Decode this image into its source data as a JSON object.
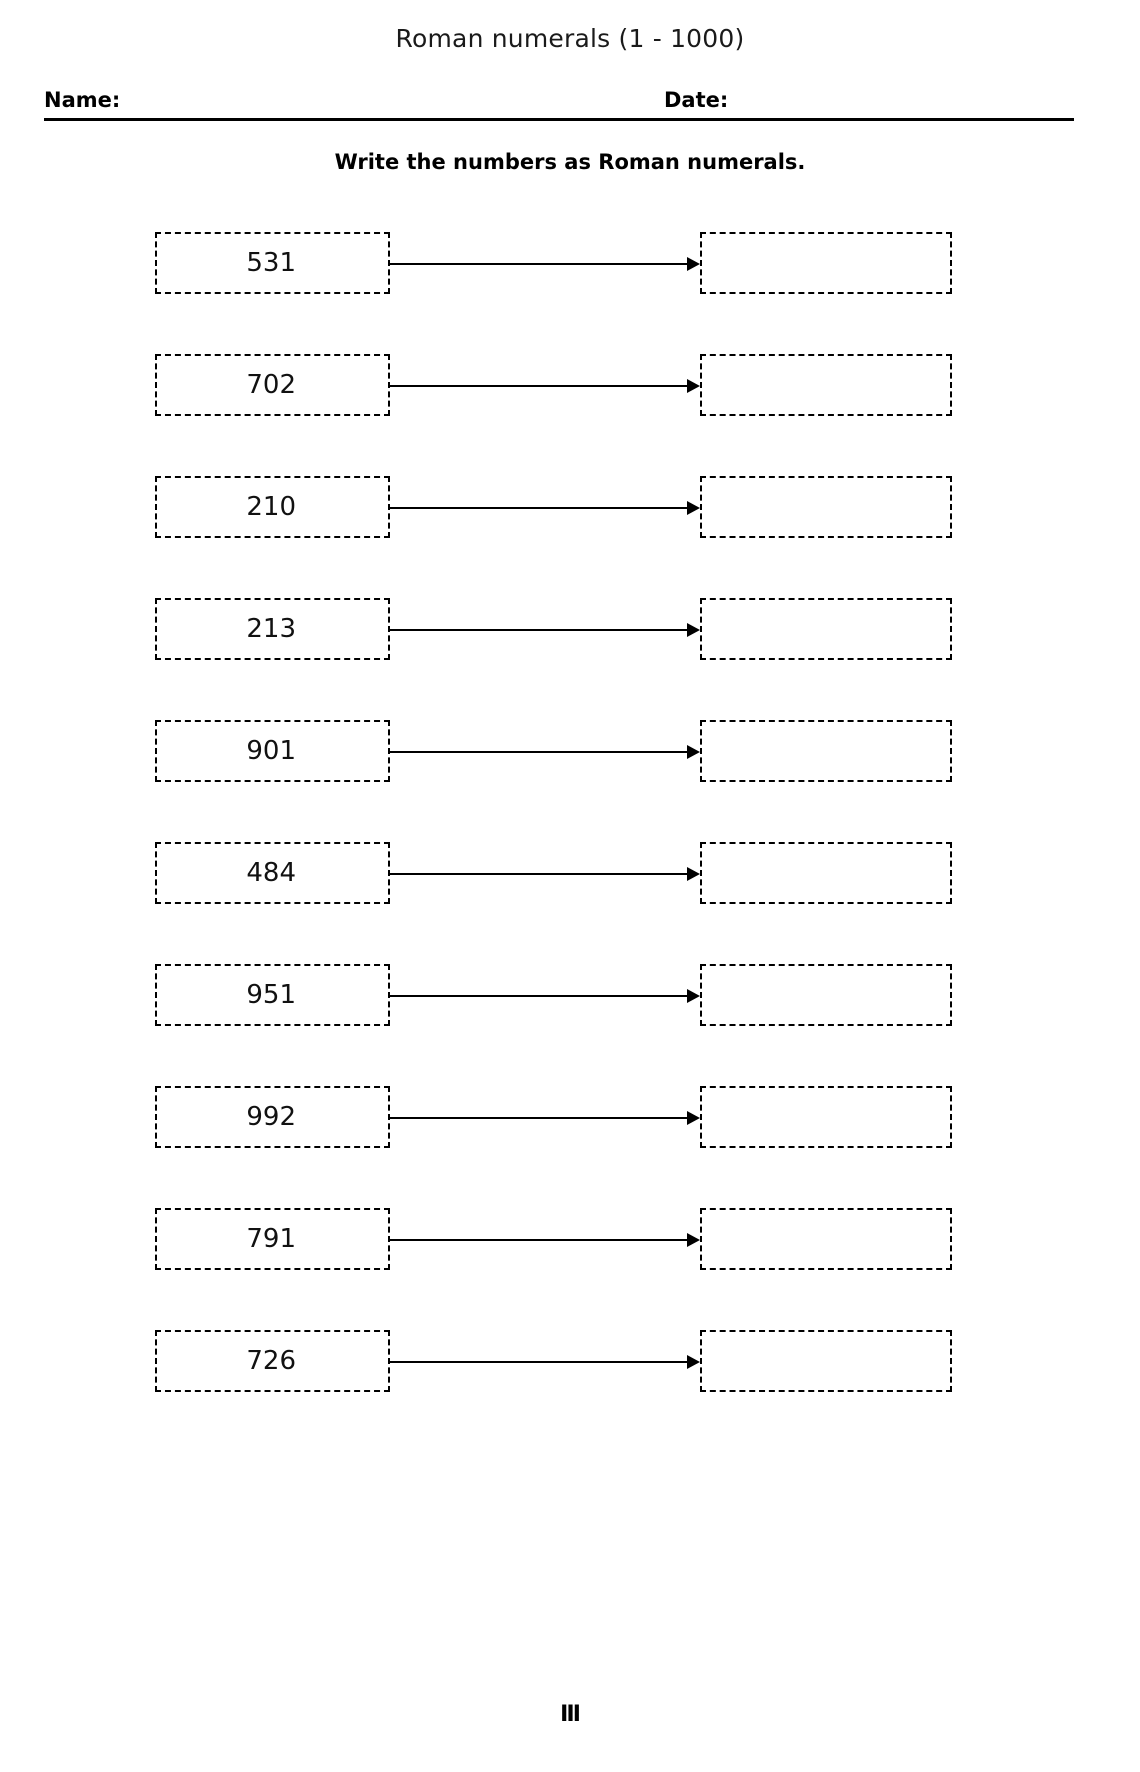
{
  "header": {
    "title": "Roman numerals (1 - 1000)",
    "name_label": "Name:",
    "date_label": "Date:"
  },
  "instruction": "Write the numbers as Roman numerals.",
  "problems": [
    {
      "number": "531",
      "answer": ""
    },
    {
      "number": "702",
      "answer": ""
    },
    {
      "number": "210",
      "answer": ""
    },
    {
      "number": "213",
      "answer": ""
    },
    {
      "number": "901",
      "answer": ""
    },
    {
      "number": "484",
      "answer": ""
    },
    {
      "number": "951",
      "answer": ""
    },
    {
      "number": "992",
      "answer": ""
    },
    {
      "number": "791",
      "answer": ""
    },
    {
      "number": "726",
      "answer": ""
    }
  ],
  "footer": {
    "mark": "Ⅲ"
  },
  "colors": {
    "ink": "#000000",
    "paper": "#ffffff"
  }
}
